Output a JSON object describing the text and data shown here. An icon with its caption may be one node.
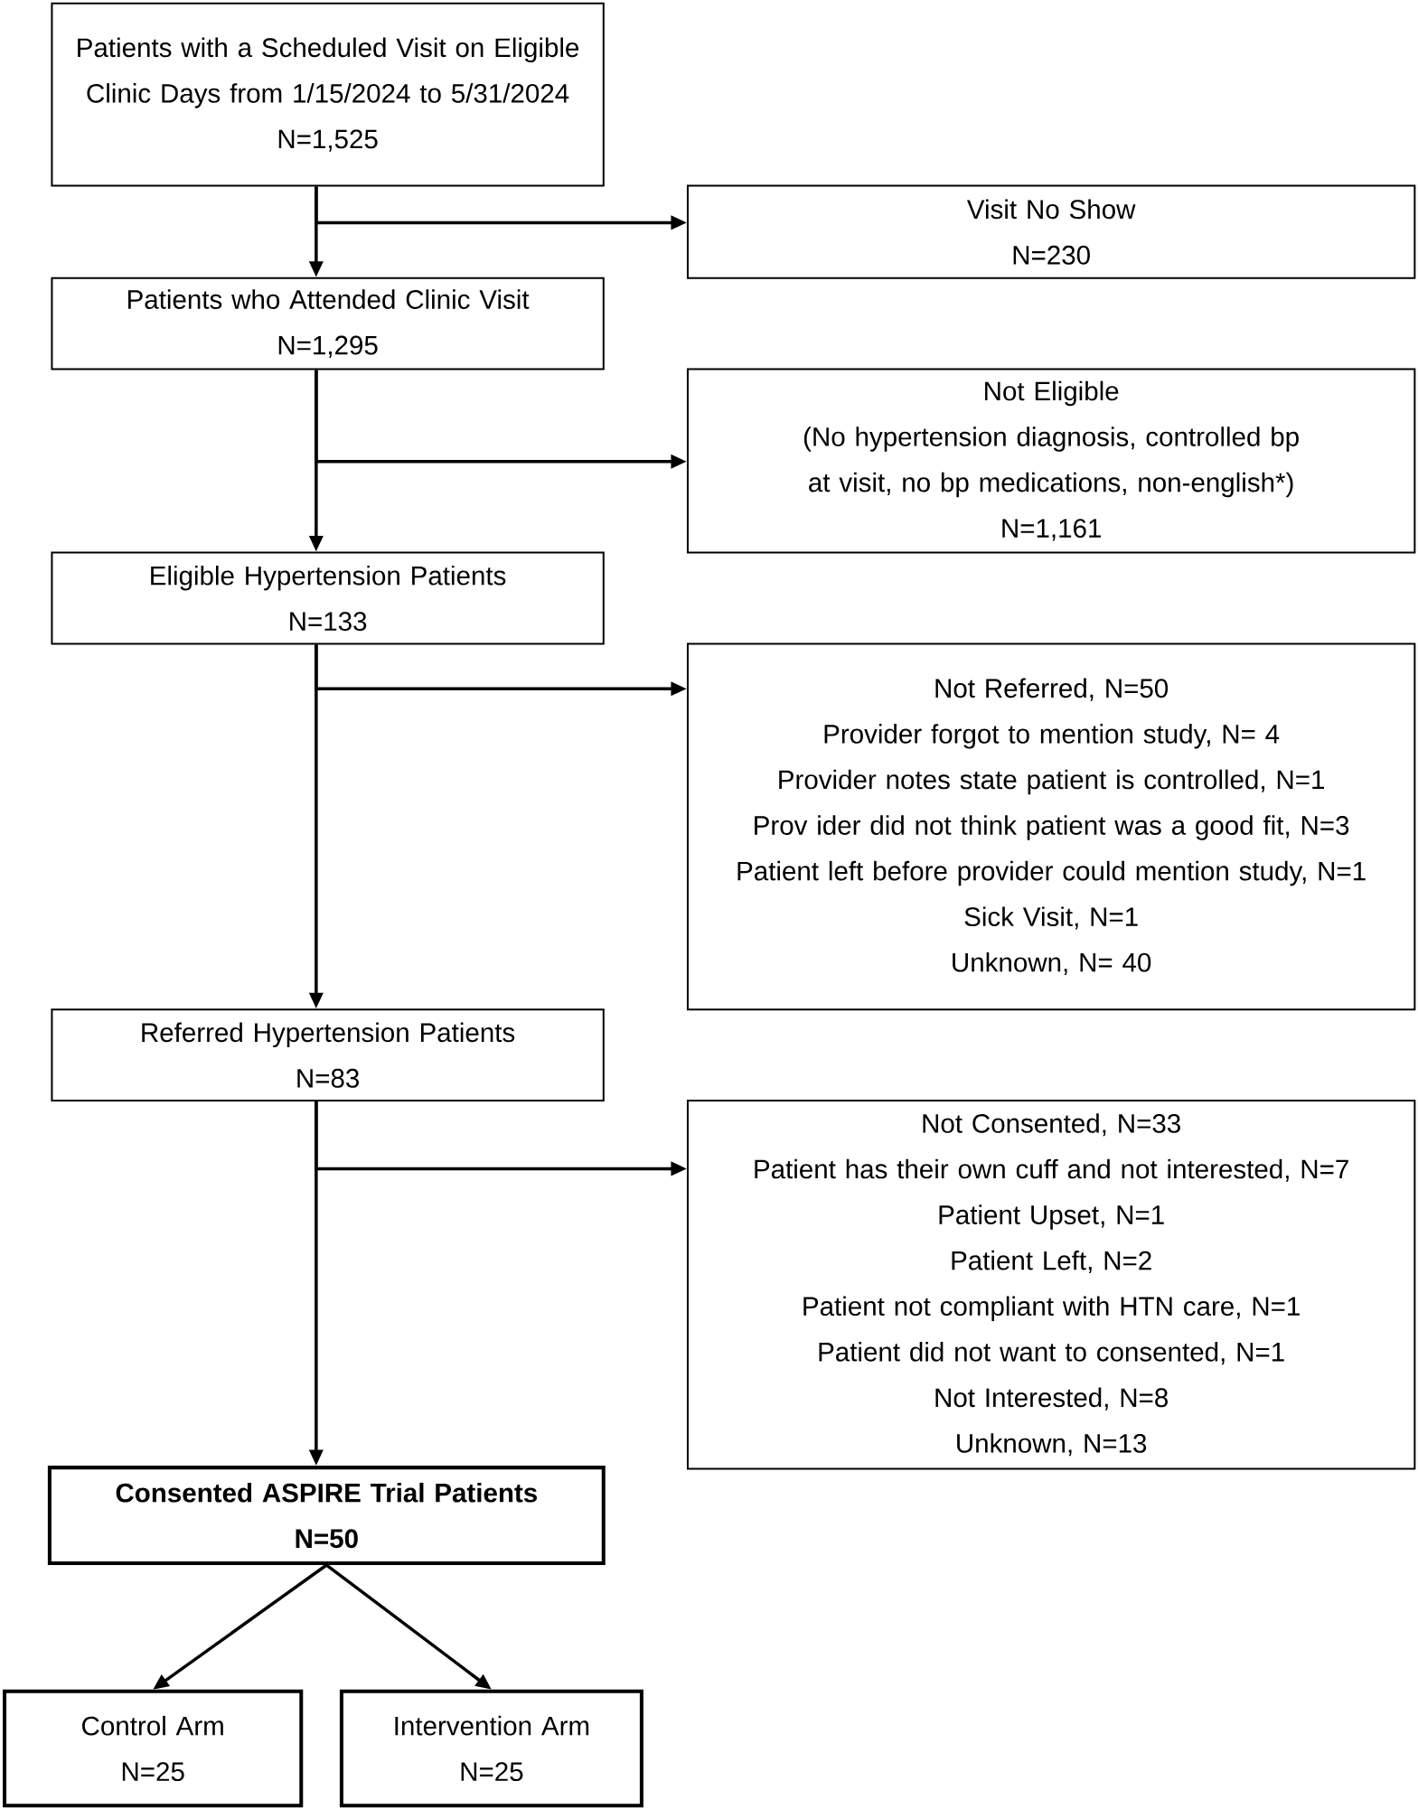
{
  "diagram": {
    "nodes": [
      {
        "text": [
          "Patients with a Scheduled Visit on Eligible Clinic Days from 1/15/2024 to 5/31/2024",
          "N=1,525"
        ]
      },
      {
        "text": [
          "Visit No Show",
          "N=230"
        ]
      },
      {
        "text": [
          "Patients who Attended Clinic Visit",
          "N=1,295"
        ]
      },
      {
        "text": [
          "Not Eligible",
          "(No hypertension diagnosis, controlled bp at visit, no bp medications, non-english*)",
          "N=1,161"
        ]
      },
      {
        "text": [
          "Eligible Hypertension Patients",
          "N=133"
        ]
      },
      {
        "text": [
          "Not Referred, N=50",
          "Provider forgot to mention study, N= 4",
          "Provider notes state patient is controlled, N=1",
          "Prov ider did not think patient was a good fit, N=3",
          "Patient left before provider could mention study, N=1",
          "Sick Visit, N=1",
          "Unknown, N= 40"
        ]
      },
      {
        "text": [
          "Referred Hypertension Patients",
          "N=83"
        ]
      },
      {
        "text": [
          "Not Consented, N=33",
          "Patient has their own cuff and not interested, N=7",
          "Patient Upset, N=1",
          "Patient Left, N=2",
          "Patient not compliant with HTN care, N=1",
          "Patient did not want to consented, N=1",
          "Not Interested, N=8",
          "Unknown, N=13"
        ]
      },
      {
        "text": [
          "Consented ASPIRE Trial Patients",
          "N=50"
        ]
      },
      {
        "text": [
          "Control Arm",
          "N=25"
        ]
      },
      {
        "text": [
          "Intervention Arm",
          "N=25"
        ]
      }
    ],
    "edges": [
      {
        "from": 0,
        "to": 2,
        "arrow": "to"
      },
      {
        "from": 0,
        "to": 1,
        "arrow": "to"
      },
      {
        "from": 2,
        "to": 4,
        "arrow": "to"
      },
      {
        "from": 2,
        "to": 3,
        "arrow": "to"
      },
      {
        "from": 4,
        "to": 6,
        "arrow": "to"
      },
      {
        "from": 4,
        "to": 5,
        "arrow": "to"
      },
      {
        "from": 6,
        "to": 8,
        "arrow": "to"
      },
      {
        "from": 6,
        "to": 7,
        "arrow": "to"
      },
      {
        "from": 8,
        "to": 9,
        "arrow": "to"
      },
      {
        "from": 8,
        "to": 10,
        "arrow": "to"
      }
    ]
  }
}
